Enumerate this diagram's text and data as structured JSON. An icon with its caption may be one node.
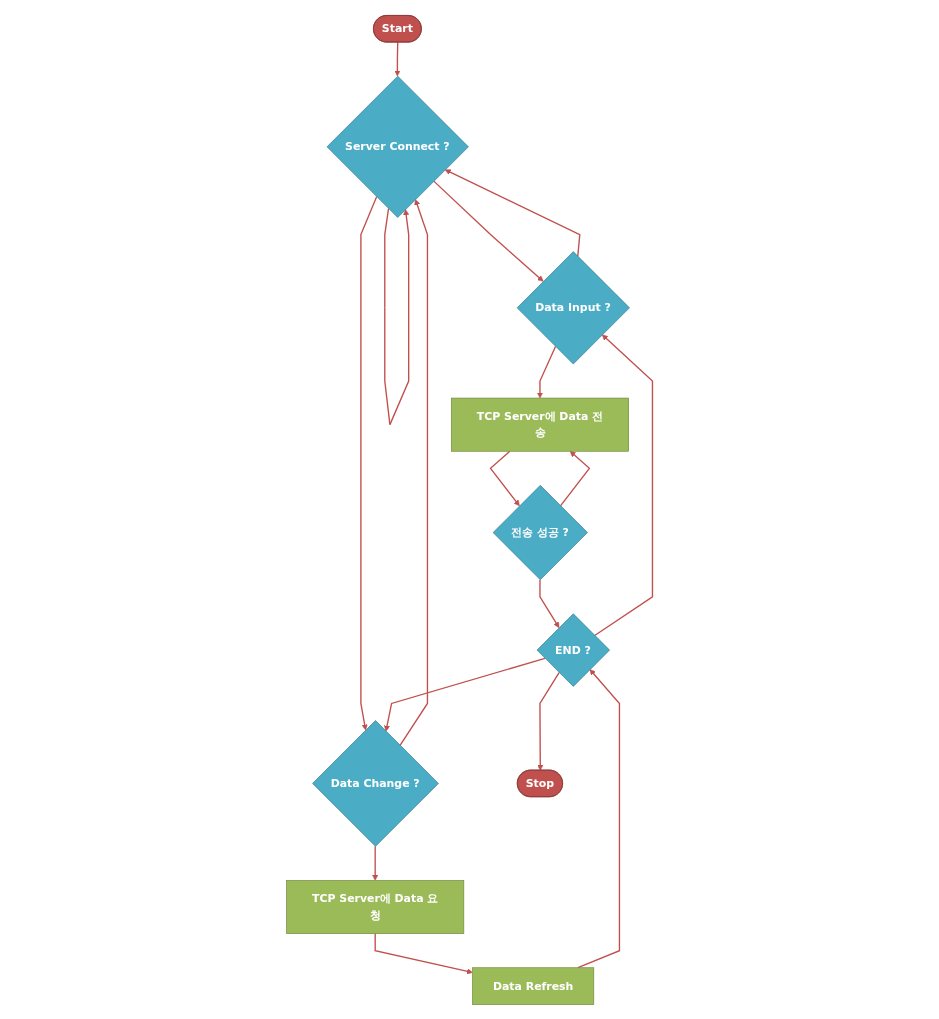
{
  "diagram": {
    "nodes": [
      {
        "text": [
          "Start"
        ]
      },
      {
        "text": [
          "Server Connect ?"
        ]
      },
      {
        "text": [
          "Data Input ?"
        ]
      },
      {
        "text": [
          "Data Change ?"
        ]
      },
      {
        "text": [
          "TCP Server에 Data 전송"
        ]
      },
      {
        "text": [
          "TCP Server에 Data 요청"
        ]
      },
      {
        "text": [
          "전송 성공 ?"
        ]
      },
      {
        "text": [
          "Data Refresh"
        ]
      },
      {
        "text": [
          "END ?"
        ]
      },
      {
        "text": [
          "Stop"
        ]
      }
    ],
    "edges": [
      {
        "from": 0,
        "to": 1,
        "arrow": "to"
      },
      {
        "from": 1,
        "to": 1,
        "arrow": "to"
      },
      {
        "from": 1,
        "to": 2,
        "arrow": "to"
      },
      {
        "from": 1,
        "to": 3,
        "arrow": "to"
      },
      {
        "from": 2,
        "to": 1,
        "arrow": "to"
      },
      {
        "from": 3,
        "to": 1,
        "arrow": "to"
      },
      {
        "from": 2,
        "to": 4,
        "arrow": "to"
      },
      {
        "from": 3,
        "to": 5,
        "arrow": "to"
      },
      {
        "from": 4,
        "to": 6,
        "arrow": "to"
      },
      {
        "from": 6,
        "to": 4,
        "arrow": "to"
      },
      {
        "from": 5,
        "to": 7,
        "arrow": "to"
      },
      {
        "from": 6,
        "to": 8,
        "arrow": "to"
      },
      {
        "from": 7,
        "to": 8,
        "arrow": "to"
      },
      {
        "from": 8,
        "to": 2,
        "arrow": "to"
      },
      {
        "from": 8,
        "to": 3,
        "arrow": "to"
      },
      {
        "from": 8,
        "to": 9,
        "arrow": "to"
      }
    ]
  }
}
